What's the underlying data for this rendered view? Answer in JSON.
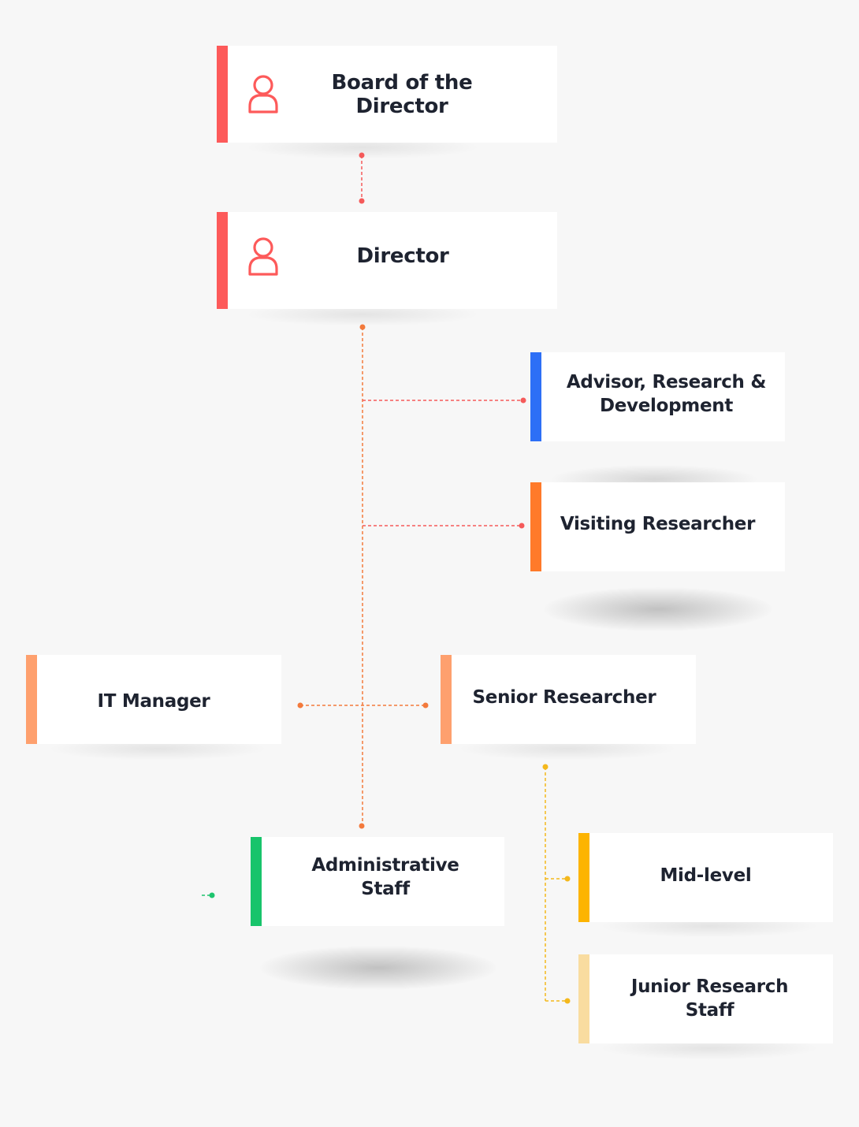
{
  "colors": {
    "background": "#f7f7f7",
    "text": "#1e2330",
    "red": "#fd5a5a",
    "blue": "#2d6ff6",
    "orange": "#ff7a2a",
    "salmon": "#fea06e",
    "green": "#18c46b",
    "gold": "#fdb400",
    "pale_gold": "#f9dca0",
    "connector_orange": "#f37a3c",
    "connector_red": "#f55a5a",
    "connector_gold": "#f4b81c",
    "connector_green": "#1ec46e"
  },
  "nodes": {
    "board": {
      "label": "Board of the Director",
      "icon": "user-icon"
    },
    "director": {
      "label": "Director",
      "icon": "user-icon"
    },
    "advisor": {
      "label": "Advisor, Research  &\nDevelopment"
    },
    "visiting": {
      "label": "Visiting Researcher"
    },
    "it_manager": {
      "label": "IT Manager"
    },
    "senior": {
      "label": "Senior Researcher"
    },
    "admin": {
      "label": "Administrative\nStaff"
    },
    "mid": {
      "label": "Mid-level"
    },
    "junior": {
      "label": "Junior Research\nStaff"
    }
  },
  "edges": [
    {
      "from": "Board of the Director",
      "to": "Director"
    },
    {
      "from": "Director",
      "to": "Advisor, Research & Development"
    },
    {
      "from": "Director",
      "to": "Visiting Researcher"
    },
    {
      "from": "Director",
      "to": "IT Manager"
    },
    {
      "from": "Director",
      "to": "Senior Researcher"
    },
    {
      "from": "Director",
      "to": "Administrative Staff"
    },
    {
      "from": "Senior Researcher",
      "to": "Mid-level"
    },
    {
      "from": "Senior Researcher",
      "to": "Junior Research Staff"
    }
  ]
}
